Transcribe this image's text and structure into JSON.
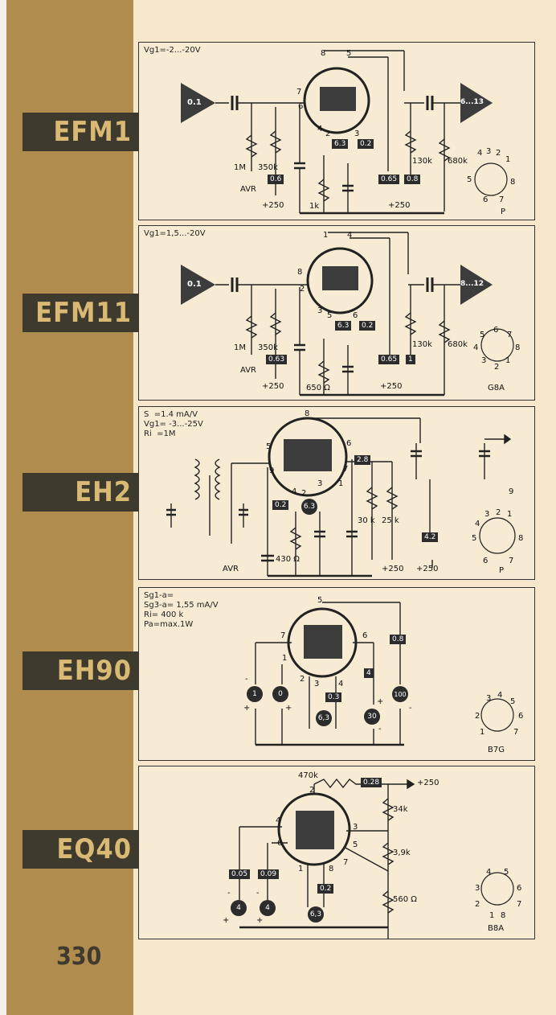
{
  "page_number": "330",
  "tubes": [
    {
      "name": "EFM1",
      "specs": [
        "Vg1=-2...-20V"
      ],
      "amp_in": "0.1",
      "amp_out": "6...13",
      "pins": [
        "8",
        "5",
        "7",
        "6",
        "4",
        "2",
        "3"
      ],
      "boxes": [
        "6.3",
        "0.2",
        "0.6",
        "0.65",
        "0.8"
      ],
      "labels": [
        "1M",
        "AVR",
        "350k",
        "+250",
        "1k",
        "130k",
        "680k",
        "+250"
      ],
      "socket": "P",
      "socket_pins": [
        "4",
        "3",
        "2",
        "1",
        "5",
        "8",
        "6",
        "7"
      ]
    },
    {
      "name": "EFM11",
      "specs": [
        "Vg1=1,5...-20V"
      ],
      "amp_in": "0.1",
      "amp_out": "8...12",
      "pins": [
        "1",
        "4",
        "8",
        "2",
        "3",
        "5",
        "6"
      ],
      "boxes": [
        "6.3",
        "0.2",
        "0.63",
        "0.65",
        "1"
      ],
      "labels": [
        "1M",
        "AVR",
        "350k",
        "+250",
        "650 Ω",
        "130k",
        "680k",
        "+250"
      ],
      "socket": "G8A",
      "socket_pins": [
        "5",
        "6",
        "7",
        "4",
        "8",
        "3",
        "1",
        "2"
      ]
    },
    {
      "name": "EH2",
      "specs": [
        "S  =1.4 mA/V",
        "Vg1= -3...-25V",
        "Ri  =1M"
      ],
      "pins": [
        "8",
        "5",
        "6",
        "9",
        "7",
        "4",
        "2",
        "3",
        "1"
      ],
      "boxes": [
        "2.8",
        "0.2",
        "6.3",
        "4.2"
      ],
      "labels": [
        "AVR",
        "430 Ω",
        "30 k",
        "25 k",
        "+250",
        "+250"
      ],
      "socket": "P",
      "socket_pins": [
        "9",
        "3",
        "2",
        "1",
        "4",
        "5",
        "8",
        "6",
        "7"
      ]
    },
    {
      "name": "EH90",
      "specs": [
        "Sg1-a=",
        "Sg3-a= 1,55 mA/V",
        "Ri= 400 k",
        "Pa=max.1W"
      ],
      "pins": [
        "5",
        "7",
        "6",
        "1",
        "2",
        "3",
        "4"
      ],
      "boxes": [
        "0.8",
        "4",
        "0.3"
      ],
      "circles": [
        "1",
        "0",
        "6,3",
        "30",
        "100"
      ],
      "labels": [
        "+",
        "+",
        "+",
        "-",
        "-",
        "-"
      ],
      "socket": "B7G",
      "socket_pins": [
        "3",
        "4",
        "5",
        "2",
        "6",
        "1",
        "7"
      ]
    },
    {
      "name": "EQ40",
      "specs": [],
      "pins": [
        "2",
        "4",
        "3",
        "6",
        "5",
        "7",
        "1",
        "8"
      ],
      "boxes": [
        "0.28",
        "0.05",
        "0.09",
        "0.2"
      ],
      "circles": [
        "4",
        "4",
        "6,3"
      ],
      "labels": [
        "470k",
        "+250",
        "34k",
        "3,9k",
        "560 Ω",
        "+",
        "+",
        "-",
        "-"
      ],
      "socket": "B8A",
      "socket_pins": [
        "4",
        "5",
        "3",
        "6",
        "2",
        "7",
        "1",
        "8"
      ]
    }
  ]
}
